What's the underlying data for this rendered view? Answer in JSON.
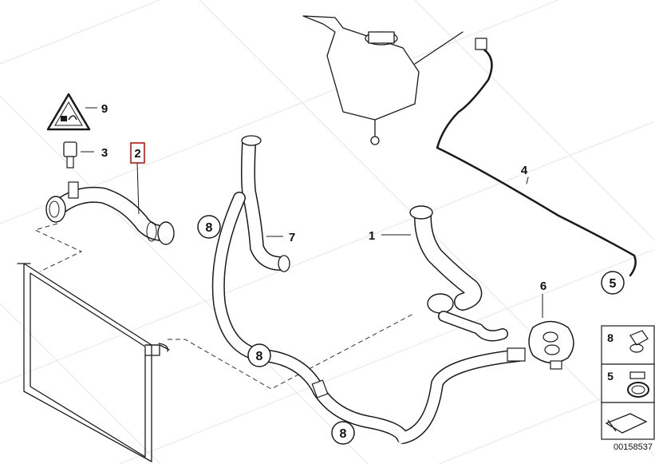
{
  "diagram": {
    "diagram_id": "00158537",
    "callouts": {
      "c1": "1",
      "c2": "2",
      "c3": "3",
      "c4": "4",
      "c5": "5",
      "c6": "6",
      "c7": "7",
      "c8": "8",
      "c9": "9"
    },
    "legend": [
      {
        "number": "8",
        "icon": "hose-clip-icon"
      },
      {
        "number": "5",
        "icon": "spring-band-clamp-icon"
      }
    ],
    "highlight_color": "#cc0000",
    "line_color": "#1a1a1a"
  }
}
